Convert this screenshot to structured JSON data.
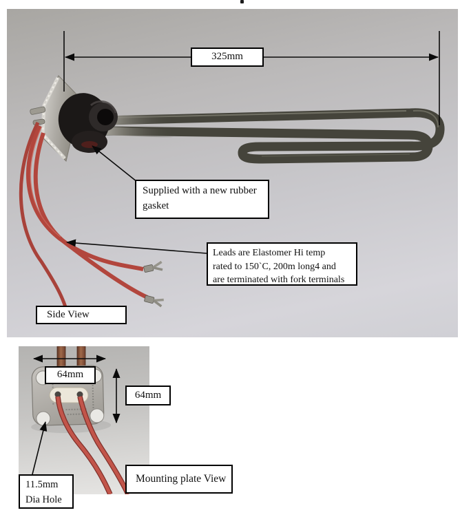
{
  "side_view": {
    "length_dimension": "325mm",
    "gasket_note": "Supplied with a new rubber\ngasket",
    "leads_note": "Leads are Elastomer Hi temp\nrated to 150`C, 200m long4 and\nare terminated with fork terminals",
    "view_label": "Side View"
  },
  "mounting_view": {
    "width_dimension": "64mm",
    "height_dimension": "64mm",
    "hole_note": "11.5mm\nDia Hole",
    "view_label": "Mounting plate View"
  },
  "colors": {
    "photo_background": "#c6c5c9",
    "element_tube": "#45443b",
    "lead_wire": "#b2463d",
    "plate_metal": "#b2afa9",
    "gasket_rubber": "#1b1817",
    "copper_tube": "#8a4f38",
    "annotation_line": "#0a0a0a",
    "label_background": "#ffffff"
  }
}
